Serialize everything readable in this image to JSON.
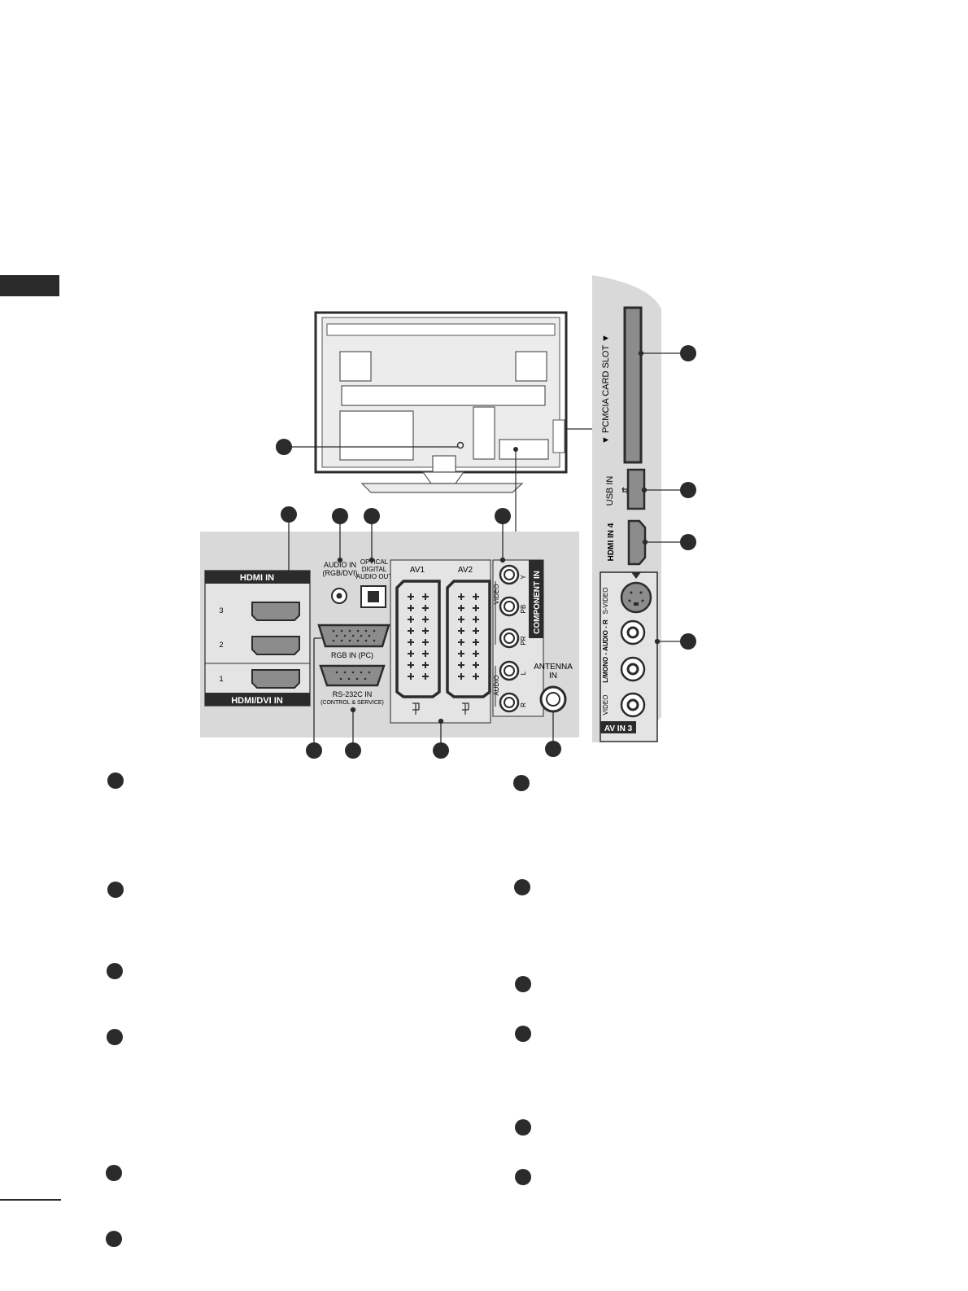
{
  "hdmi_in": {
    "header": "HDMI IN",
    "footer": "HDMI/DVI IN",
    "ports": [
      "3",
      "2",
      "1"
    ]
  },
  "audio_in": {
    "line1": "AUDIO IN",
    "line2": "(RGB/DVI)"
  },
  "optical_out": {
    "line1": "OPTICAL",
    "line2": "DIGITAL",
    "line3": "AUDIO OUT"
  },
  "rgb_in": "RGB IN (PC)",
  "rs232c": {
    "line1": "RS-232C IN",
    "line2": "(CONTROL & SERVICE)"
  },
  "scart": {
    "av1": "AV1",
    "av2": "AV2"
  },
  "component_in": {
    "title": "COMPONENT IN",
    "video": "VIDEO",
    "audio": "AUDIO",
    "y": "Y",
    "pb": "PB",
    "pr": "PR",
    "l": "L",
    "r": "R"
  },
  "antenna": {
    "line1": "ANTENNA",
    "line2": "IN"
  },
  "side_panel": {
    "pcmcia": "▼ PCMCIA CARD SLOT ▼",
    "usb": "USB IN",
    "hdmi4": "HDMI IN 4",
    "svideo": "S-VIDEO",
    "audio": "L/MONO - AUDIO - R",
    "video": "VIDEO",
    "av_in3": "AV IN 3"
  },
  "colors": {
    "panel_bg": "#d9d9d9",
    "port_fill": "#8c8c8c",
    "dark": "#2b2b2b"
  }
}
